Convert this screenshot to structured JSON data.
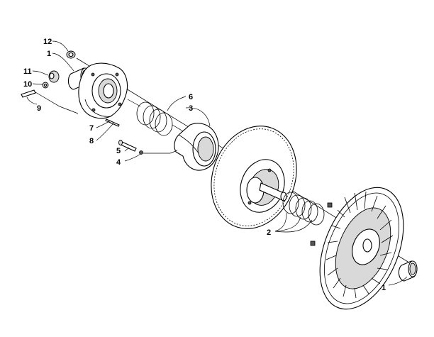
{
  "callouts": {
    "c12": "12",
    "c1_top": "1",
    "c11": "11",
    "c10": "10",
    "c9": "9",
    "c7": "7",
    "c8": "8",
    "c6": "6",
    "c3": "3",
    "c5": "5",
    "c4": "4",
    "c2": "2",
    "c1_bottom": "1"
  }
}
